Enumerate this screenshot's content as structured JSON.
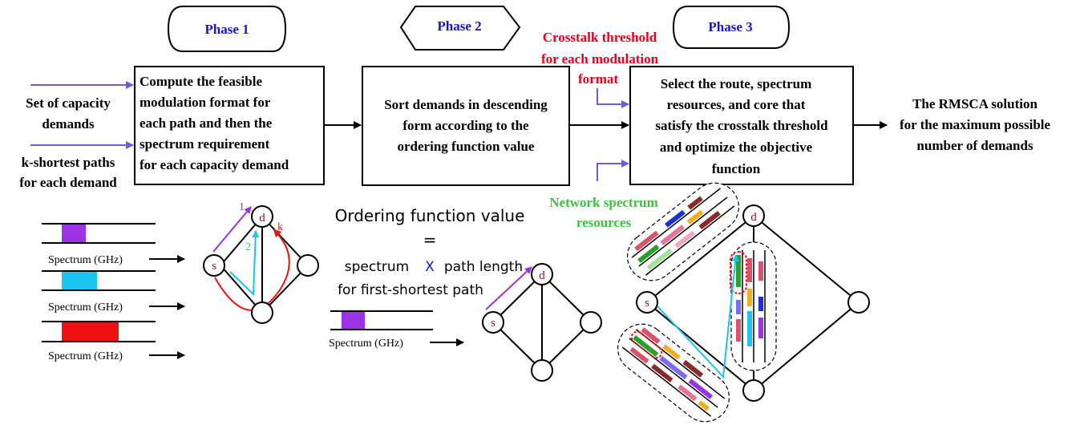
{
  "phases": [
    {
      "label": "Phase 1"
    },
    {
      "label": "Phase 2"
    },
    {
      "label": "Phase 3"
    }
  ],
  "inputs": {
    "capacity_demands": [
      "Set of capacity",
      "demands"
    ],
    "k_shortest": [
      "k-shortest paths",
      "for each demand"
    ]
  },
  "boxes": {
    "phase1": [
      "Compute the feasible",
      "modulation format for",
      "each path and then the",
      "spectrum requirement",
      "for each capacity demand"
    ],
    "phase2": [
      "Sort demands in descending",
      "form according to the",
      "ordering function value"
    ],
    "phase3": [
      "Select the route, spectrum",
      "resources, and core that",
      "satisfy the crosstalk threshold",
      "and optimize the objective",
      "function"
    ]
  },
  "crosstalk": [
    "Crosstalk  threshold",
    "for each modulation",
    "format"
  ],
  "network_resources": [
    "Network spectrum",
    "resources"
  ],
  "output": [
    "The RMSCA solution",
    "for the maximum possible",
    "number of demands"
  ],
  "spectrum_label": "Spectrum (GHz)",
  "graph_labels": {
    "s": "s",
    "d": "d",
    "path1": "1",
    "path2": "2",
    "pathk": "k"
  },
  "ordering": {
    "title": "Ordering function value",
    "equals": "=",
    "term1": "spectrum",
    "times": "X",
    "term2": "path length",
    "note": "for first-shortest path"
  },
  "colors": {
    "phase_text": "#1414d2",
    "crosstalk": "#e8001c",
    "network": "#3dc23d",
    "input_arrow": "#6a5be0",
    "path1": "#9a32e6",
    "path2": "#1cc4f0",
    "pathk": "#ee1111",
    "spectrum_fills": [
      "#9a32e6",
      "#1cc4f0",
      "#ee1111"
    ]
  }
}
